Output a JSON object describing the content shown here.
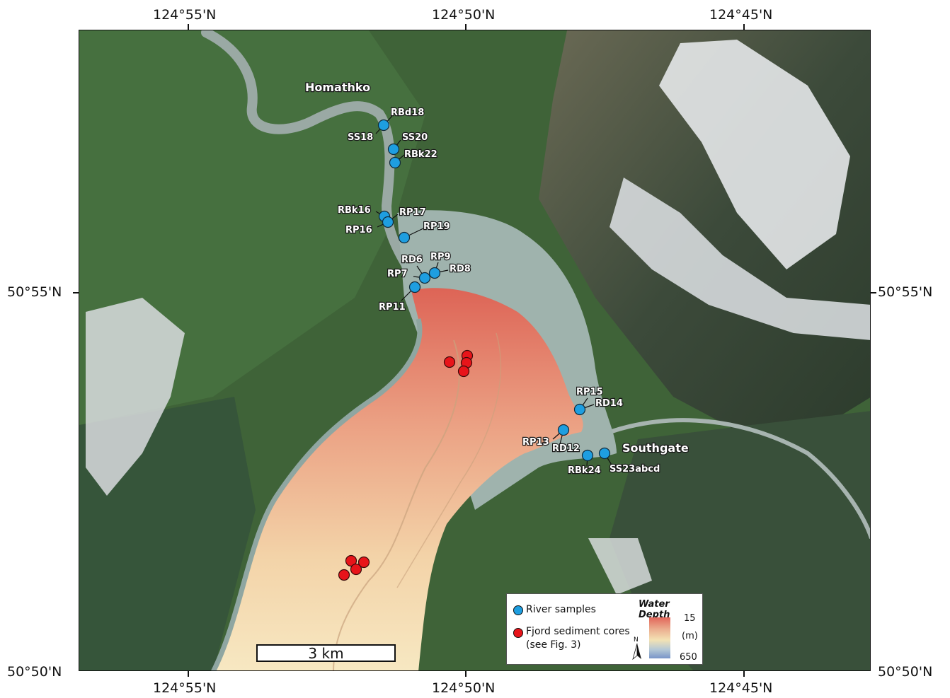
{
  "axes": {
    "top": [
      "124°55'N",
      "124°50'N",
      "124°45'N"
    ],
    "bottom": [
      "124°55'N",
      "124°50'N",
      "124°45'N"
    ],
    "left": [
      "50°55'N",
      "50°50'N"
    ],
    "right": [
      "50°55'N",
      "50°50'N"
    ]
  },
  "rivers": {
    "homathko": "Homathko",
    "southgate": "Southgate"
  },
  "samples": {
    "RBd18": "RBd18",
    "SS18": "SS18",
    "SS20": "SS20",
    "RBk22": "RBk22",
    "RBk16": "RBk16",
    "RP17": "RP17",
    "RP16": "RP16",
    "RP19": "RP19",
    "RD6": "RD6",
    "RP9": "RP9",
    "RP7": "RP7",
    "RD8": "RD8",
    "RP11": "RP11",
    "RP15": "RP15",
    "RD14": "RD14",
    "RP13": "RP13",
    "RD12": "RD12",
    "RBk24": "RBk24",
    "SS23abcd": "SS23abcd"
  },
  "legend": {
    "river_samples": "River samples",
    "fjord_cores_line1": "Fjord sediment cores",
    "fjord_cores_line2": "(see Fig. 3)",
    "depth_title": "Water Depth",
    "depth_unit": "(m)",
    "depth_min": "15",
    "depth_max": "650",
    "north": "N"
  },
  "scale_bar": {
    "label": "3 km"
  },
  "colors": {
    "river_sample": "#1e9ee0",
    "fjord_core": "#e8141a",
    "shallow": "#e2655a",
    "deep": "#7895c8",
    "water": "#9fb3ad"
  }
}
